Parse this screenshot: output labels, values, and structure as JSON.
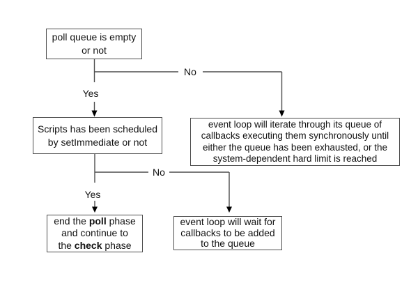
{
  "colors": {
    "background": "#ffffff",
    "line": "#4d4d4d",
    "border": "#4d4d4d",
    "arrow": "#000000",
    "text": "#111111"
  },
  "nodes": {
    "poll_queue": {
      "line1": "poll queue is empty",
      "line2": "or not"
    },
    "scripts_scheduled": {
      "line1": "Scripts has been scheduled",
      "line2": "by setImmediate or not"
    },
    "iterate_queue": {
      "line1": "event loop will iterate through its queue of",
      "line2": "callbacks executing them synchronously until",
      "line3": "either the queue has been exhausted, or the",
      "line4": "system-dependent hard limit is reached"
    },
    "end_poll": {
      "line1_pre": "end the ",
      "line1_bold": "poll",
      "line1_post": " phase",
      "line2": "and continue to",
      "line3_pre": "the ",
      "line3_bold": "check",
      "line3_post": " phase"
    },
    "wait_callbacks": {
      "line1": "event loop will wait for",
      "line2": "callbacks to be added",
      "line3": "to the queue"
    }
  },
  "labels": {
    "yes1": "Yes",
    "no1": "No",
    "yes2": "Yes",
    "no2": "No"
  }
}
